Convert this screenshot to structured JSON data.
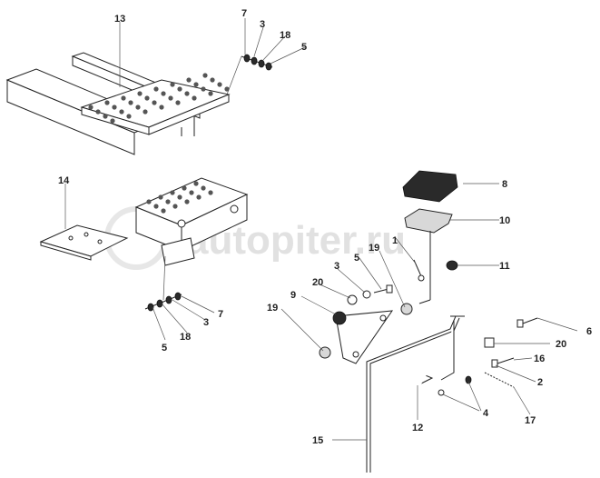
{
  "watermark": "autopiter.ru",
  "callouts": [
    {
      "id": "label-13",
      "text": "13"
    },
    {
      "id": "label-7-top",
      "text": "7"
    },
    {
      "id": "label-3-top",
      "text": "3"
    },
    {
      "id": "label-18-top",
      "text": "18"
    },
    {
      "id": "label-5-top",
      "text": "5"
    },
    {
      "id": "label-14",
      "text": "14"
    },
    {
      "id": "label-8",
      "text": "8"
    },
    {
      "id": "label-10",
      "text": "10"
    },
    {
      "id": "label-11",
      "text": "11"
    },
    {
      "id": "label-19-mid",
      "text": "19"
    },
    {
      "id": "label-1",
      "text": "1"
    },
    {
      "id": "label-3-mid",
      "text": "3"
    },
    {
      "id": "label-5-mid",
      "text": "5"
    },
    {
      "id": "label-20-mid",
      "text": "20"
    },
    {
      "id": "label-9",
      "text": "9"
    },
    {
      "id": "label-19-left",
      "text": "19"
    },
    {
      "id": "label-7-left",
      "text": "7"
    },
    {
      "id": "label-3-left",
      "text": "3"
    },
    {
      "id": "label-18-left",
      "text": "18"
    },
    {
      "id": "label-5-left",
      "text": "5"
    },
    {
      "id": "label-6",
      "text": "6"
    },
    {
      "id": "label-20-right",
      "text": "20"
    },
    {
      "id": "label-16",
      "text": "16"
    },
    {
      "id": "label-2",
      "text": "2"
    },
    {
      "id": "label-4",
      "text": "4"
    },
    {
      "id": "label-17",
      "text": "17"
    },
    {
      "id": "label-12",
      "text": "12"
    },
    {
      "id": "label-15",
      "text": "15"
    }
  ]
}
